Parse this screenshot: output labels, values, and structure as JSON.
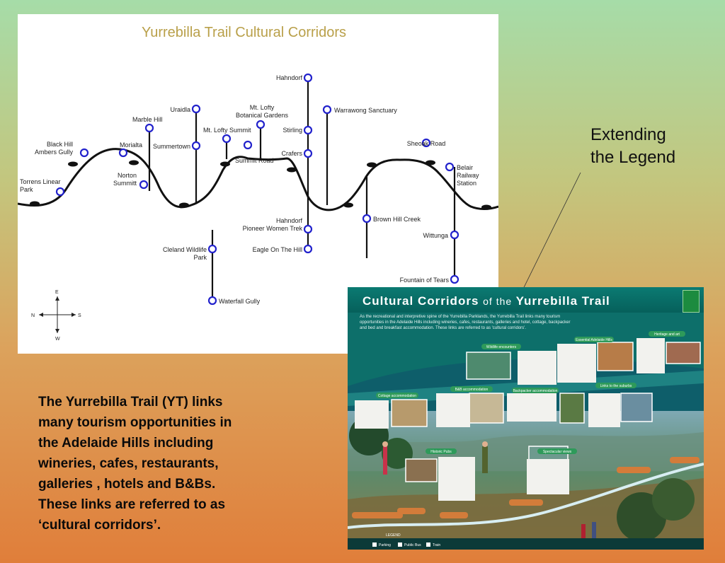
{
  "map": {
    "title": "Yurrebilla Trail Cultural Corridors",
    "stops": [
      {
        "id": "torrens",
        "label": "Torrens Linear\nPark"
      },
      {
        "id": "blackhill",
        "label": "Black Hill\nAmbers Gully"
      },
      {
        "id": "morialta",
        "label": "Morialta"
      },
      {
        "id": "marblehill",
        "label": "Marble Hill"
      },
      {
        "id": "norton",
        "label": "Norton\nSummitt"
      },
      {
        "id": "uraidla",
        "label": "Uraidla"
      },
      {
        "id": "summertown",
        "label": "Summertown"
      },
      {
        "id": "mtlofty",
        "label": "Mt. Lofty Summit"
      },
      {
        "id": "botanical",
        "label": "Mt. Lofty\nBotanical Gardens"
      },
      {
        "id": "summitroad",
        "label": "Summit Road"
      },
      {
        "id": "hahndorf",
        "label": "Hahndorf"
      },
      {
        "id": "stirling",
        "label": "Stirling"
      },
      {
        "id": "crafers",
        "label": "Crafers"
      },
      {
        "id": "warrawong",
        "label": "Warrawong Sanctuary"
      },
      {
        "id": "pioneer",
        "label": "Hahndorf\nPioneer Women Trek"
      },
      {
        "id": "eagle",
        "label": "Eagle On The Hill"
      },
      {
        "id": "cleland",
        "label": "Cleland Wildlife\nPark"
      },
      {
        "id": "waterfall",
        "label": "Waterfall Gully"
      },
      {
        "id": "sheoak",
        "label": "Sheoak Road"
      },
      {
        "id": "belair",
        "label": "Belair\nRailway\nStation"
      },
      {
        "id": "brownhill",
        "label": "Brown Hill Creek"
      },
      {
        "id": "wittunga",
        "label": "Wittunga"
      },
      {
        "id": "fountain",
        "label": "Fountain of Tears"
      }
    ],
    "compass": {
      "north": "E",
      "west": "N",
      "east": "S",
      "south": "W"
    }
  },
  "caption": "Extending\nthe Legend",
  "body_text": "The Yurrebilla Trail (YT) links\nmany tourism opportunities in\nthe Adelaide Hills including\nwineries, cafes, restaurants,\ngalleries , hotels and B&Bs.\nThese links are referred to as\n‘cultural corridors’.",
  "poster": {
    "title_a": "Cultural Corridors",
    "title_of": "of the",
    "title_b": "Yurrebilla Trail",
    "intro": "As the recreational and interpretive spine of the Yurrebilla Parklands, the Yurrebilla Trail links many tourism opportunities in the Adelaide Hills including wineries, cafes, restaurants, galleries and hotel, cottage, backpacker and bed and breakfast accommodation. These links are referred to as 'cultural corridors'.",
    "pills": [
      "Wildlife encounters",
      "Essential Adelaide Hills",
      "Heritage and art",
      "Cottage accommodation",
      "B&B accommodation",
      "Backpacker accommodation",
      "Links to the suburbs",
      "Spectacular views",
      "Historic Pubs"
    ],
    "legend": [
      "LEGEND",
      "Parking",
      "Public Bus",
      "Train"
    ]
  },
  "colors": {
    "route": "#111111",
    "stop": "#2222cc",
    "poster_bg": "#0d6f6a",
    "title_gold": "#b9a04a"
  }
}
